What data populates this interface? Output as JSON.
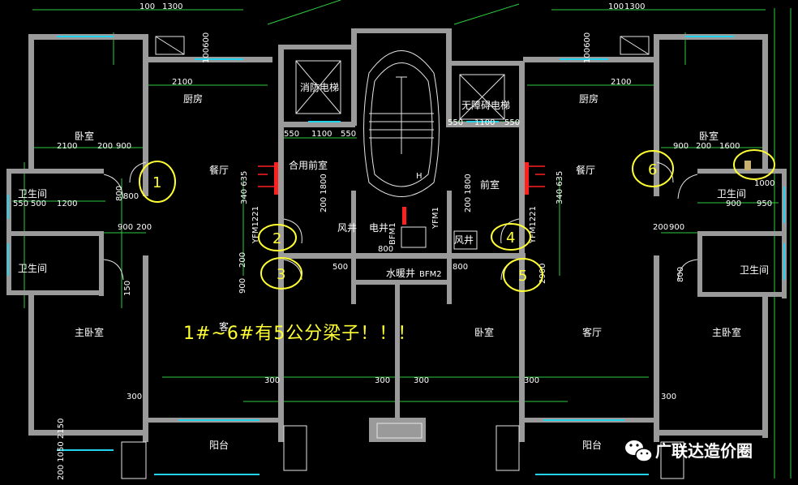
{
  "rooms": {
    "fire_elevator": "消防电梯",
    "accessible_elevator": "无障碍电梯",
    "kitchen_left": "厨房",
    "kitchen_right": "厨房",
    "bedroom_left": "卧室",
    "bedroom_right": "卧室",
    "dining_left": "餐厅",
    "dining_right": "餐厅",
    "shared_lobby": "合用前室",
    "front_room": "前室",
    "bath_left_upper": "卫生间",
    "bath_left_lower": "卫生间",
    "bath_right_upper": "卫生间",
    "bath_right_lower": "卫生间",
    "wind_shaft": "风井",
    "electric_shaft": "电井",
    "wind_shaft_right": "风井",
    "water_heating_shaft": "水暖井",
    "master_bedroom_left": "主卧室",
    "master_bedroom_right": "主卧室",
    "living_partial": "客",
    "bedroom_center": "卧室",
    "living_right": "客厅",
    "balcony_left": "阳台",
    "balcony_right": "阳台",
    "stair_mark": "H"
  },
  "dimensions": {
    "top_left_100": "100",
    "top_left_1300": "1300",
    "top_right_100": "100",
    "top_right_1300": "1300",
    "kitchen_2100_left": "2100",
    "kitchen_2100_right": "2100",
    "elev_550_a": "550",
    "elev_1100_a": "1100",
    "elev_550_b": "550",
    "elev_550_c": "550",
    "elev_1100_b": "1100",
    "elev_550_d": "550",
    "row_2100": "2100",
    "row_200_a": "200",
    "row_900_a": "900",
    "row_900_r": "900",
    "row_200_r": "200",
    "row_1600": "1600",
    "bath_550": "550",
    "bath_500": "500",
    "bath_1200": "1200",
    "bath_900_r": "900",
    "bath_950": "950",
    "door_800": "800",
    "door_1000": "1000",
    "mid_900_l": "900",
    "mid_200_l": "200",
    "mid_200_r": "200",
    "mid_900_r": "900",
    "shaft_500": "500",
    "shaft_800_a": "800",
    "shaft_800_b": "800",
    "low_300_a": "300",
    "low_300_b": "300",
    "low_300_c": "300",
    "low_300_d": "300",
    "low_300_e": "300",
    "low_300_f": "300",
    "v_100_600_l": "100600",
    "v_100_600_r": "100600",
    "v_340_635_l": "340 635",
    "v_340_635_r": "340 635",
    "v_200_1800_l": "200 1800",
    "v_200_1800_r": "200 1800",
    "v_yfm_l": "YFM1221",
    "v_yfm_r": "YFM1221",
    "v_yfm1": "YFM1",
    "v_bfm1": "BFM1",
    "v_bfm2": "BFM2",
    "v_200_l": "200",
    "v_900_l": "900",
    "v_2900": "2900",
    "v_200_bottom": "200 1050 2150",
    "v_150_l": "150",
    "v_800_l": "800",
    "v_800_r": "800"
  },
  "markers": [
    "1",
    "2",
    "3",
    "4",
    "5",
    "6"
  ],
  "annotation": "1#~6#有5公分梁子！！！",
  "watermark": {
    "icon": "wechat-icon",
    "text": "广联达造价圈"
  },
  "colors": {
    "background": "#000000",
    "wall": "#9a9a9a",
    "dimension_line": "#2ecc40",
    "window": "#22d3ee",
    "annotation": "#ffff33",
    "door_fill": "#ff2020"
  }
}
